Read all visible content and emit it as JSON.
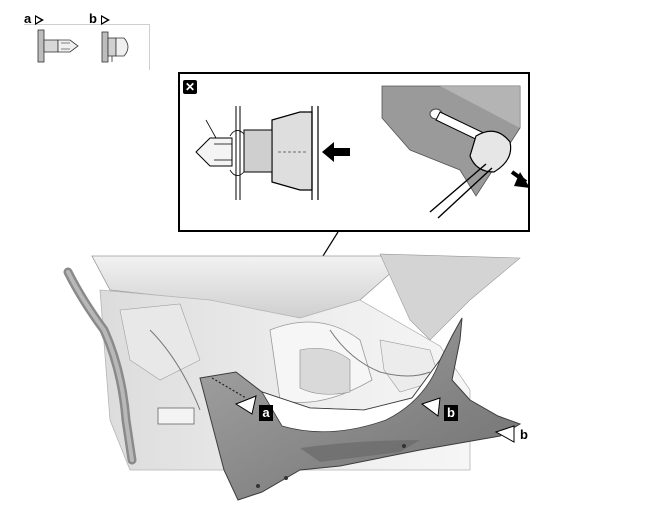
{
  "legend": {
    "items": [
      {
        "label": "a",
        "icon": "open-triangle-icon"
      },
      {
        "label": "b",
        "icon": "open-triangle-icon"
      }
    ]
  },
  "detail": {
    "badge_symbol": "✕",
    "badge_icon": "cross-mark-icon"
  },
  "callouts": {
    "a": "a",
    "b1": "b",
    "b2": "b"
  },
  "colors": {
    "panel": "#8f8f8f",
    "panel_dark": "#5e5e5e",
    "body_light": "#e4e4e4",
    "line": "#000000"
  }
}
